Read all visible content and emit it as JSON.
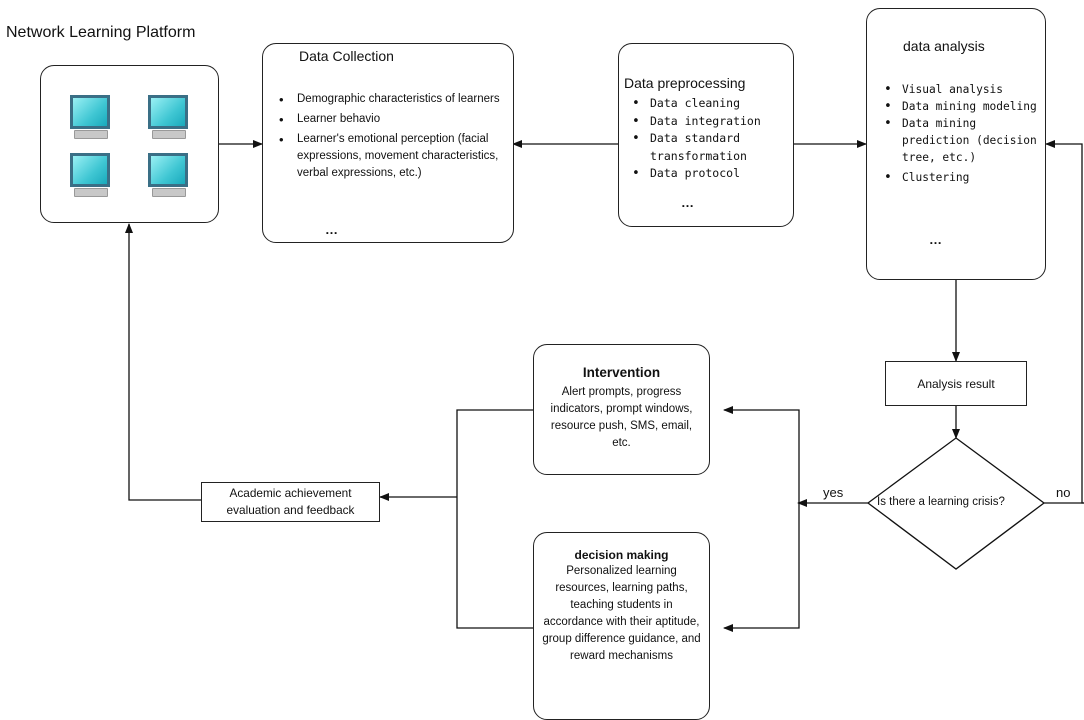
{
  "platform": {
    "title": "Network Learning Platform",
    "icons": [
      "computer-monitor-icon",
      "computer-monitor-icon",
      "computer-monitor-icon",
      "computer-monitor-icon"
    ]
  },
  "data_collection": {
    "title": "Data Collection",
    "items": [
      "Demographic characteristics of learners",
      "Learner behavio",
      "Learner's emotional perception (facial expressions, movement characteristics, verbal expressions, etc.)"
    ],
    "ellipsis": "…"
  },
  "preprocessing": {
    "title": "Data preprocessing",
    "items": [
      "Data cleaning",
      "Data integration",
      "Data standard transformation",
      "Data protocol"
    ],
    "ellipsis": "…"
  },
  "analysis": {
    "title": "data analysis",
    "items": [
      "Visual analysis",
      "Data mining modeling",
      "Data mining prediction (decision tree, etc.)",
      "Clustering"
    ],
    "ellipsis": "…"
  },
  "analysis_result": "Analysis result",
  "decision": {
    "question": "Is there a learning crisis?",
    "yes": "yes",
    "no": "no"
  },
  "intervention": {
    "title": "Intervention",
    "body": "Alert prompts, progress indicators, prompt windows, resource push, SMS, email, etc."
  },
  "decision_making": {
    "title": "decision making",
    "body": "Personalized learning resources, learning paths, teaching students in accordance with their aptitude, group difference guidance, and reward mechanisms"
  },
  "evaluation": "Academic achievement evaluation and feedback"
}
